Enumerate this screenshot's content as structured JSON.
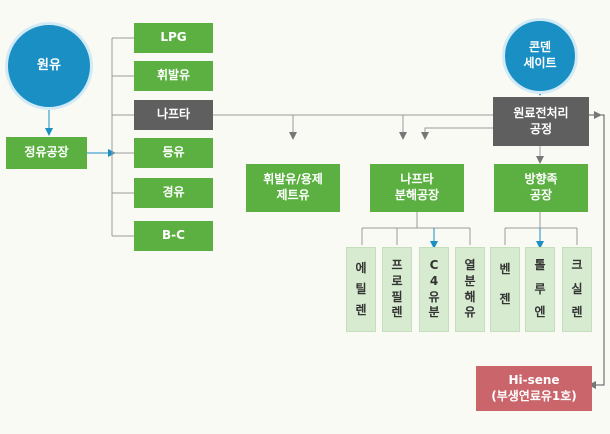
{
  "crude": "원유",
  "condensate": {
    "line1": "콘덴",
    "line2": "세이트"
  },
  "refinery": "정유공장",
  "products": [
    "LPG",
    "휘발유",
    "나프타",
    "등유",
    "경유",
    "B-C"
  ],
  "pretreatment": {
    "line1": "원료전처리",
    "line2": "공정"
  },
  "gasoline_solvent": {
    "line1": "휘발유/용제",
    "line2": "제트유"
  },
  "naphtha_cracking": {
    "line1": "나프타",
    "line2": "분해공장"
  },
  "aromatics": {
    "line1": "방향족",
    "line2": "공장"
  },
  "outputs": [
    [
      "에",
      "틸",
      "렌"
    ],
    [
      "프",
      "로",
      "필",
      "렌"
    ],
    [
      "C",
      "4",
      "유",
      "분"
    ],
    [
      "열",
      "분",
      "해",
      "유"
    ],
    [
      "벤",
      "젠"
    ],
    [
      "톨",
      "루",
      "엔"
    ],
    [
      "크",
      "실",
      "렌"
    ]
  ],
  "hisene": {
    "line1": "Hi-sene",
    "line2": "(부생연료유1호)"
  },
  "colors": {
    "green": "#5cb042",
    "gray": "#5f5f5f",
    "blue": "#1a8fc4",
    "red": "#c9656b",
    "pale": "#d6ebcf"
  }
}
